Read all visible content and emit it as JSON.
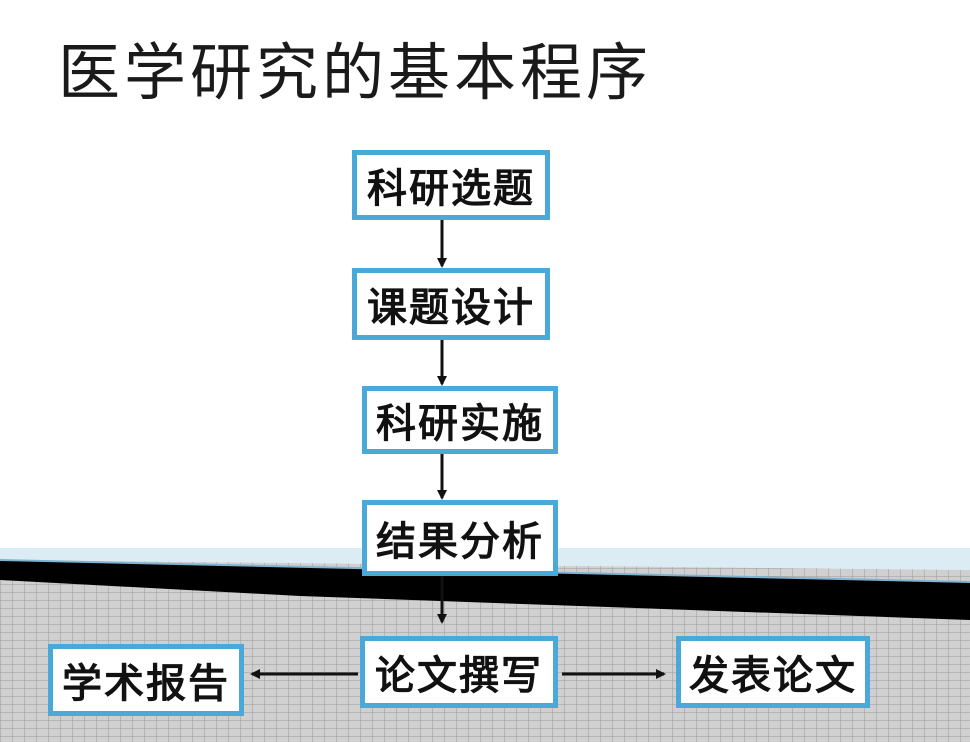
{
  "slide": {
    "title": "医学研究的基本程序"
  },
  "flowchart": {
    "steps": [
      "科研选题",
      "课题设计",
      "科研实施",
      "结果分析",
      "论文撰写"
    ],
    "left_output": "学术报告",
    "right_output": "发表论文"
  },
  "colors": {
    "box_border": "#4aa9d8",
    "arrow": "#111111"
  }
}
